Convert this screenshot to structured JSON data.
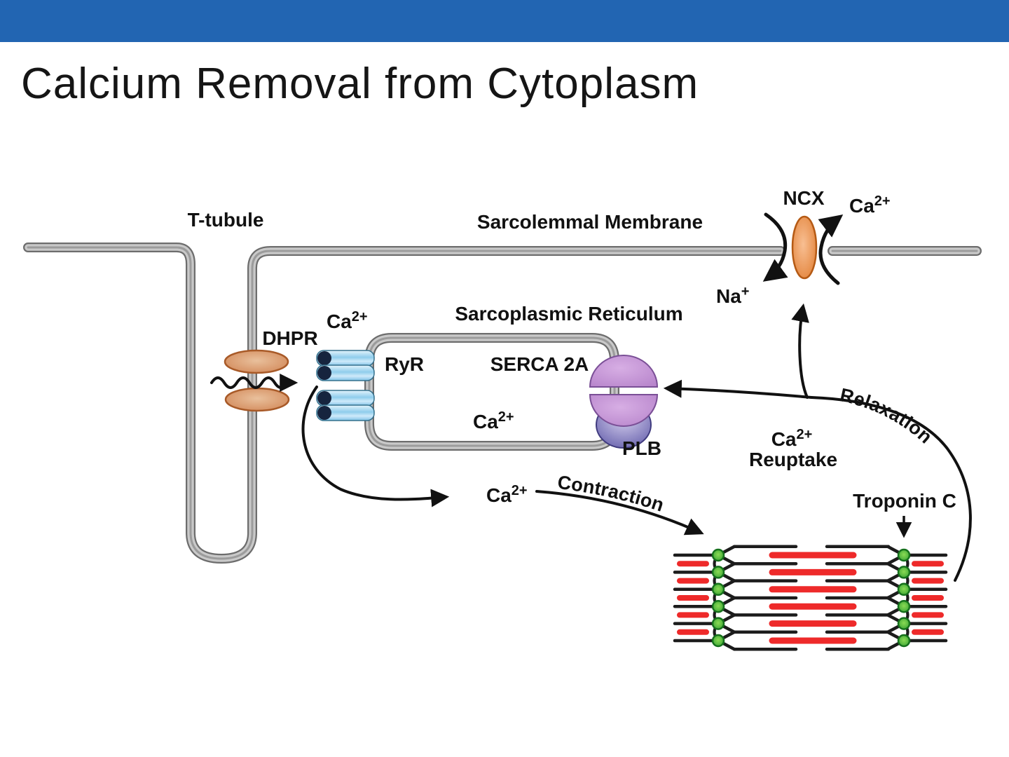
{
  "slide": {
    "title": "Calcium Removal from Cytoplasm"
  },
  "labels": {
    "t_tubule": "T-tubule",
    "sarcolemmal_membrane": "Sarcolemmal Membrane",
    "sarcoplasmic_reticulum": "Sarcoplasmic Reticulum",
    "ncx": "NCX",
    "dhpr": "DHPR",
    "ryr": "RyR",
    "serca": "SERCA 2A",
    "plb": "PLB",
    "reuptake": "Reuptake",
    "troponin_c": "Troponin C",
    "contraction": "Contraction",
    "relaxation": "Relaxation",
    "ca": {
      "base": "Ca",
      "sup": "2+"
    },
    "na": {
      "base": "Na",
      "sup": "+"
    }
  },
  "colors": {
    "header_blue": "#2265b2",
    "membrane_gray": "#c9c9c9",
    "ncx_orange": "#e8893c",
    "dhpr_tan": "#cd7c4a",
    "ryr_blue": "#a6d7f2",
    "serca_purple": "#bb87cd",
    "plb_violet": "#5d57a6",
    "troponin_green": "#44b544",
    "myosin_red": "#ee2a2a"
  }
}
